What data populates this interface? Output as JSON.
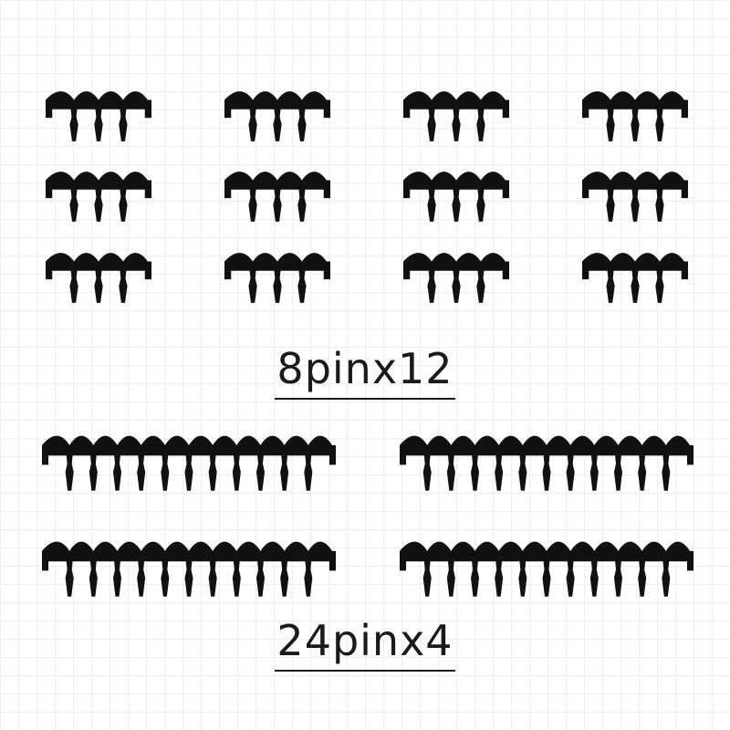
{
  "colors": {
    "comb": "#111111",
    "background": "#ffffff",
    "grid": "#eeeeee"
  },
  "groups": [
    {
      "label": "8pinx12",
      "pins": 8,
      "count": 12
    },
    {
      "label": "24pinx4",
      "pins": 24,
      "count": 4
    }
  ]
}
